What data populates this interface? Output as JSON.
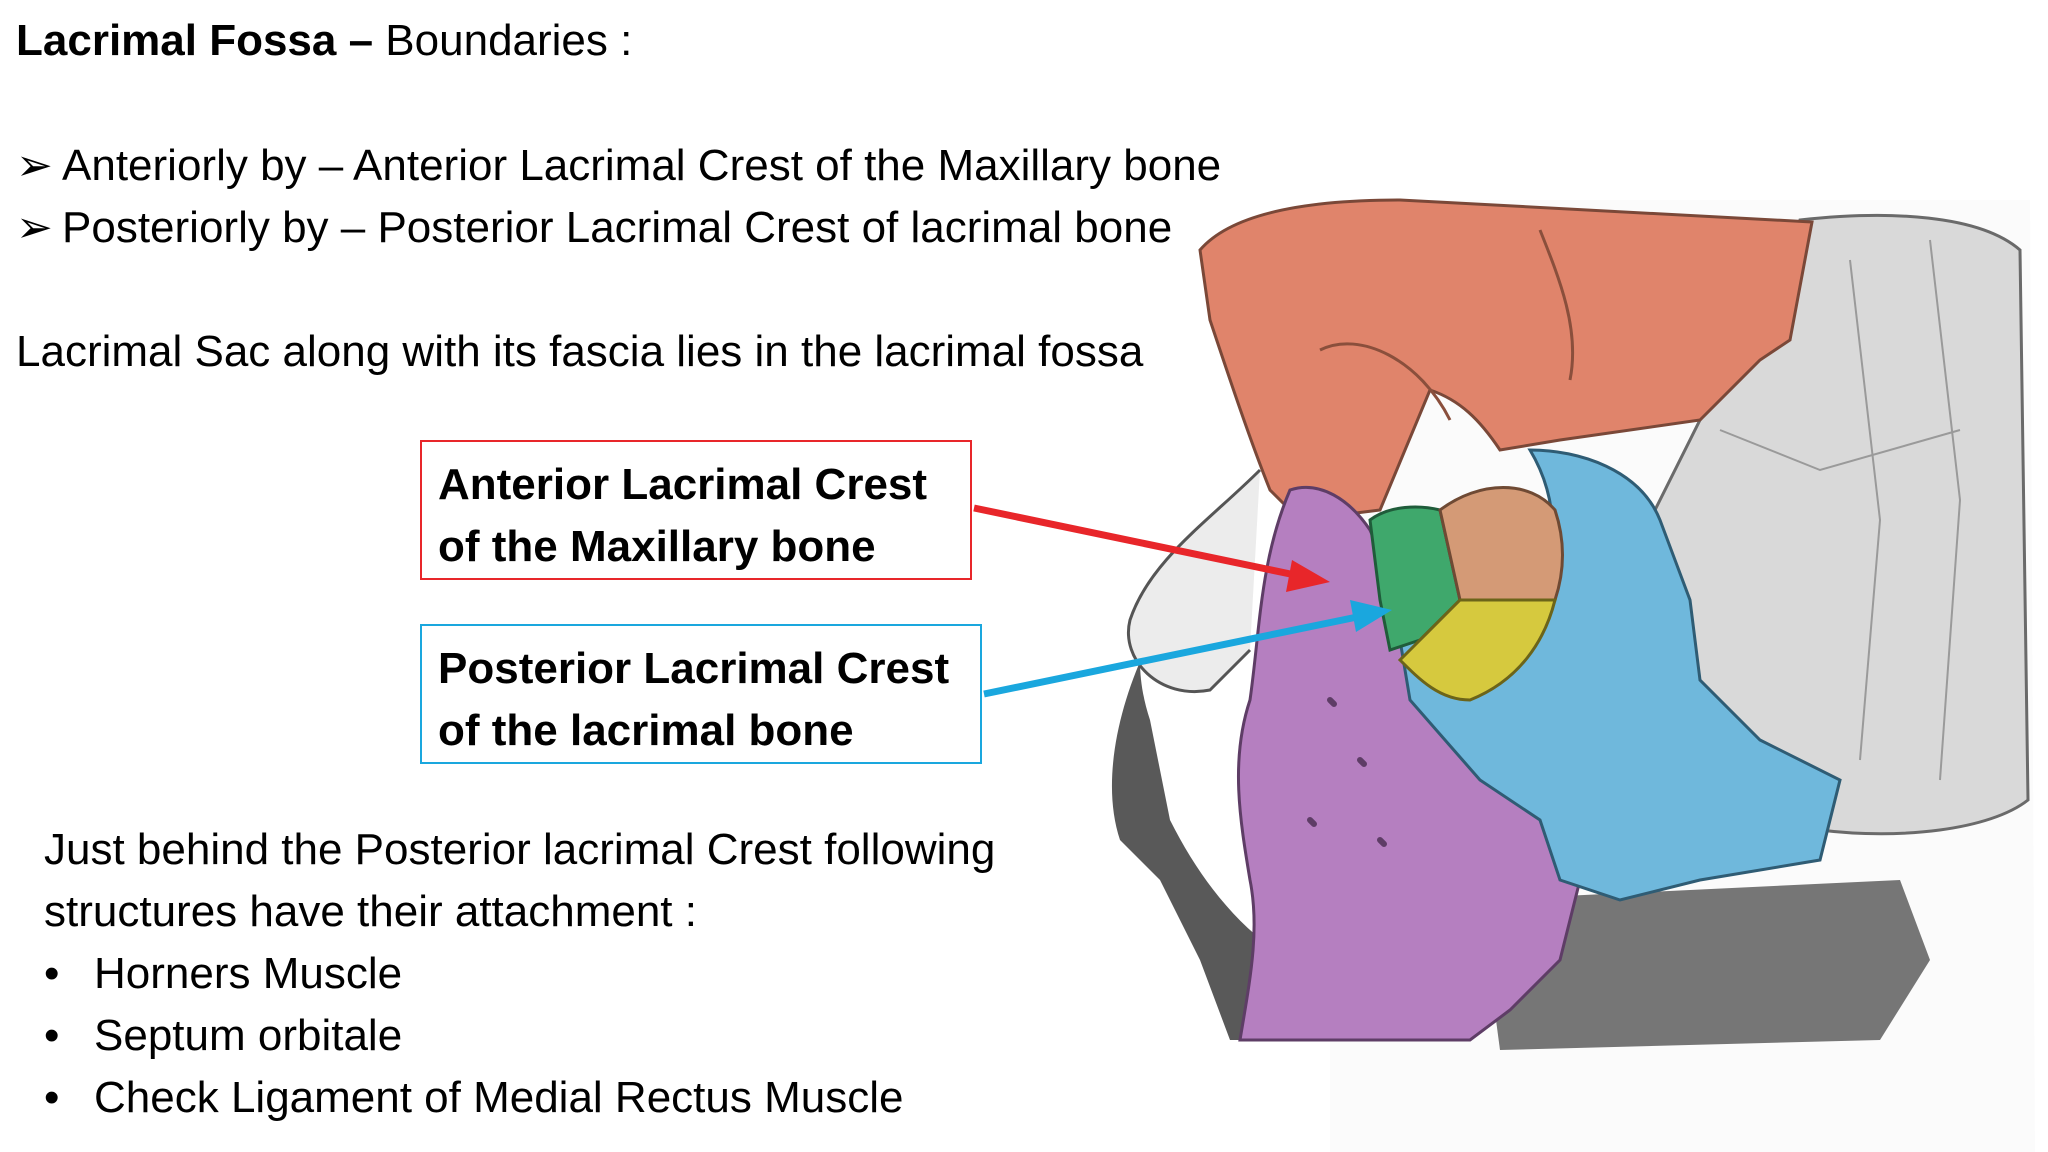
{
  "title": {
    "bold": "Lacrimal Fossa –",
    "rest": " Boundaries :"
  },
  "boundaries": [
    {
      "bullet": "➢",
      "text": "Anteriorly by – Anterior Lacrimal Crest of the  Maxillary bone"
    },
    {
      "bullet": "➢",
      "text": "Posteriorly by – Posterior Lacrimal Crest of lacrimal bone"
    }
  ],
  "sac_statement": "Lacrimal Sac along with its fascia lies in the lacrimal fossa",
  "callouts": {
    "anterior": {
      "line1": "Anterior Lacrimal Crest",
      "line2": "of the  Maxillary bone",
      "color": "#e8262a"
    },
    "posterior": {
      "line1": "Posterior Lacrimal Crest",
      "line2": "of the lacrimal bone",
      "color": "#1aa7de"
    }
  },
  "attachments": {
    "intro_line1": "Just behind the Posterior lacrimal Crest following",
    "intro_line2": "structures have their attachment :",
    "bullet": "•",
    "items": [
      "Horners Muscle",
      "Septum orbitale",
      "Check Ligament of Medial Rectus Muscle"
    ]
  },
  "colors": {
    "frontal_bone": "#e0846b",
    "maxilla": "#b57fc0",
    "zygomatic": "#6fb8dc",
    "lacrimal": "#3fa86c",
    "ethmoid": "#d49a76",
    "sphenoid_orbital": "#d6c93e"
  }
}
